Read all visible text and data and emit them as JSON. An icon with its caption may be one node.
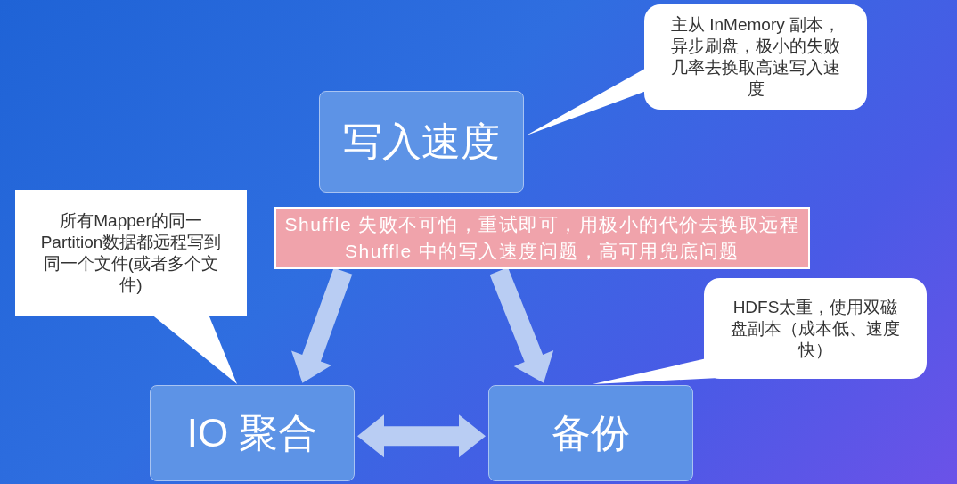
{
  "diagram": {
    "nodes": [
      {
        "text": [
          "写入速度"
        ]
      },
      {
        "text": [
          "IO 聚合"
        ]
      },
      {
        "text": [
          "备份"
        ]
      },
      {
        "text": [
          "主从 InMemory 副本，异步刷盘，极小的失败几率去换取高速写入速度"
        ]
      },
      {
        "text": [
          "所有Mapper的同一Partition数据都远程写到同一个文件(或者多个文件)"
        ]
      },
      {
        "text": [
          "HDFS太重，使用双磁盘副本（成本低、速度快）"
        ]
      },
      {
        "text": [
          "Shuffle 失败不可怕，重试即可，用极小的代价去换取远程 Shuffle 中的写入速度问题，高可用兜底问题"
        ]
      }
    ],
    "edges": [
      {
        "from": 6,
        "to": 1,
        "arrow": "to"
      },
      {
        "from": 6,
        "to": 2,
        "arrow": "to"
      },
      {
        "from": 1,
        "to": 2,
        "arrow": "both"
      },
      {
        "from": 3,
        "to": 0,
        "arrow": "to"
      },
      {
        "from": 4,
        "to": 1,
        "arrow": "to"
      },
      {
        "from": 5,
        "to": 2,
        "arrow": "to"
      }
    ]
  }
}
